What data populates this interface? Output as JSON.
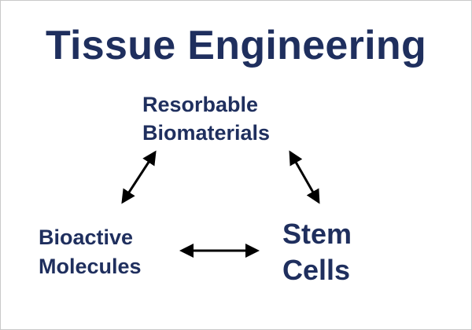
{
  "title": "Tissue Engineering",
  "nodes": {
    "top": {
      "line1": "Resorbable",
      "line2": "Biomaterials"
    },
    "left": {
      "line1": "Bioactive",
      "line2": "Molecules"
    },
    "right": {
      "line1": "Stem",
      "line2": "Cells"
    }
  },
  "colors": {
    "text": "#1f2f5e",
    "arrow": "#000000",
    "background": "#ffffff"
  }
}
